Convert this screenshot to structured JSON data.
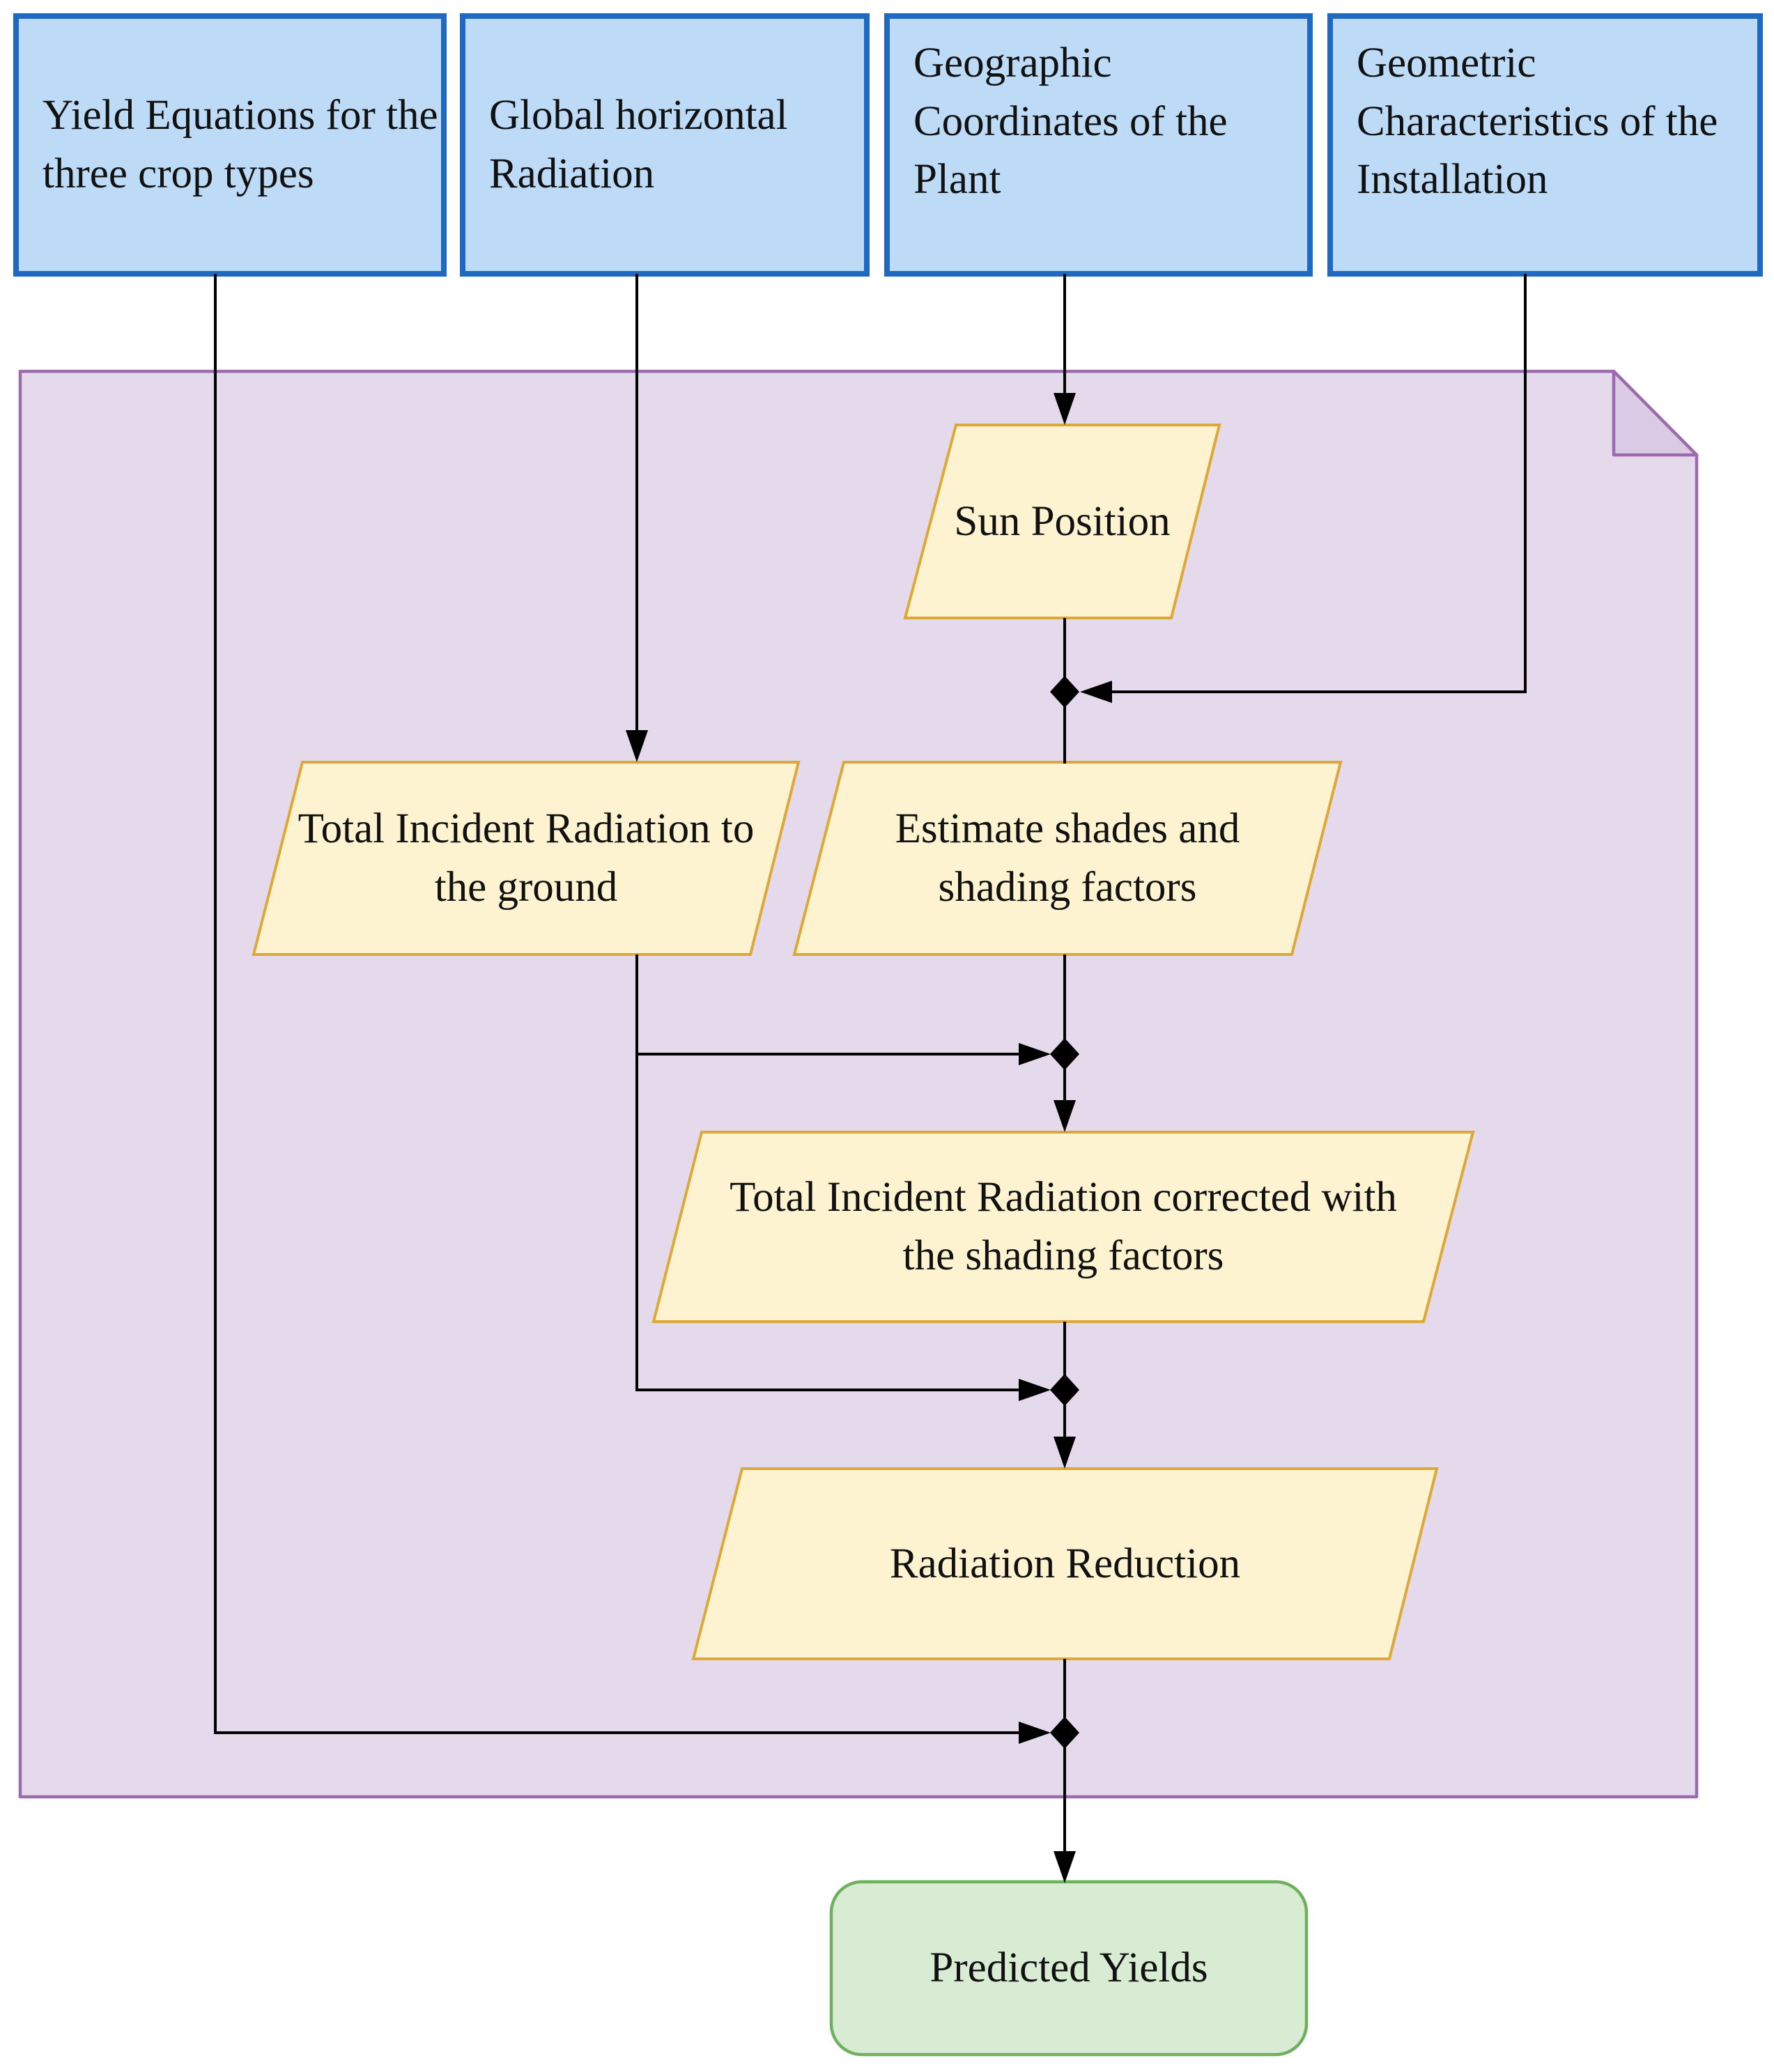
{
  "diagram": {
    "inputs": [
      "Yield Equations for the three crop types",
      "Global horizontal Radiation",
      "Geographic Coordinates of the Plant",
      "Geometric Characteristics of the Installation"
    ],
    "processes": [
      "Sun Position",
      "Total Incident Radiation to the ground",
      "Estimate shades and shading factors",
      "Total Incident Radiation corrected with the shading factors",
      "Radiation Reduction"
    ],
    "output": "Predicted Yields"
  },
  "colors": {
    "input_fill": "#BDDAF7",
    "input_border": "#1F69C1",
    "container_fill": "#E5D9EC",
    "container_border": "#9C6BAE",
    "fold_fill": "#DACAE3",
    "process_fill": "#FDF3D0",
    "process_border": "#DCA938",
    "output_fill": "#D8EBD3",
    "output_border": "#6FB05F",
    "connector": "#000000",
    "text": "#111111"
  }
}
